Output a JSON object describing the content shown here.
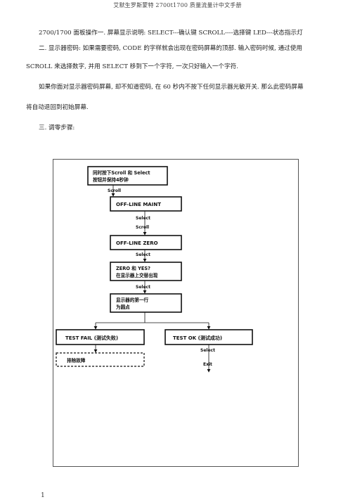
{
  "header": {
    "title": "艾默生罗斯蒙特 2700t1700 质量流量计中文手册"
  },
  "paragraphs": [
    "2700/1700 面板操作一. 屏幕显示说明: SELECT---确认键 SCROLL----选择键 LED---状态指示灯",
    "二. 显示器密码: 如果需要密码, CODE 的字样就会出现在密码屏幕的顶部. 输入密码时候, 通过使用",
    "SCROLL 来选择数字, 并用 SELECT 移到下一个字符, 一次只好输入一个字符.",
    "如果你面对显示器密码屏幕, 却不知道密码, 在 60 秒内不按下任何显示器光敏开关. 那么此密码屏幕",
    "将自动退回到初始屏幕.",
    "三. 调零步骤:"
  ],
  "flowchart": {
    "box1_line1": "同时按下Scroll 和 Select",
    "box1_line2": "按钮并保持4秒钟",
    "label_scroll_1": "Scroll",
    "box2": "OFF-LINE MAINT",
    "label_select_1": "Select",
    "label_scroll_2": "Scroll",
    "box3": "OFF-LINE ZERO",
    "label_select_2": "Select",
    "box4_line1": "ZERO 和 YES?",
    "box4_line2": "在显示器上交替出现",
    "label_select_3": "Select",
    "box5_line1": "显示器的第一行",
    "box5_line2": "为圆点",
    "box_fail": "TEST FAIL (测试失败)",
    "box_ok": "TEST OK (测试成功)",
    "box_troubleshoot": "排除故障",
    "label_select_4": "Select",
    "label_exit": "Exit"
  },
  "footer": {
    "page_number": "1"
  }
}
